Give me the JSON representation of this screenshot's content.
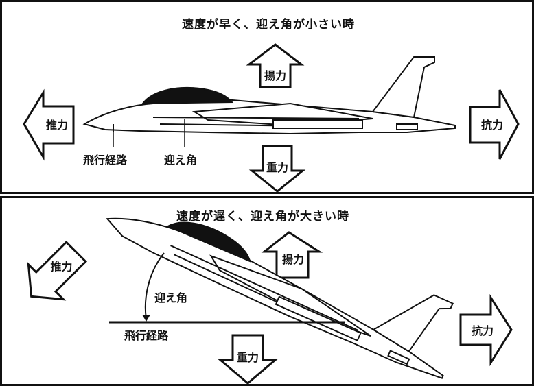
{
  "top": {
    "title": "速度が早く、迎え角が小さい時",
    "forces": {
      "lift": "揚力",
      "thrust": "推力",
      "drag": "抗力",
      "gravity": "重力"
    },
    "flight_path": "飛行経路",
    "angle_of_attack": "迎え角"
  },
  "bottom": {
    "title": "速度が遅く、迎え角が大きい時",
    "forces": {
      "lift": "揚力",
      "thrust": "推力",
      "drag": "抗力",
      "gravity": "重力"
    },
    "flight_path": "飛行経路",
    "angle_of_attack": "迎え角"
  },
  "colors": {
    "ink": "#111111",
    "paper": "#ffffff"
  }
}
